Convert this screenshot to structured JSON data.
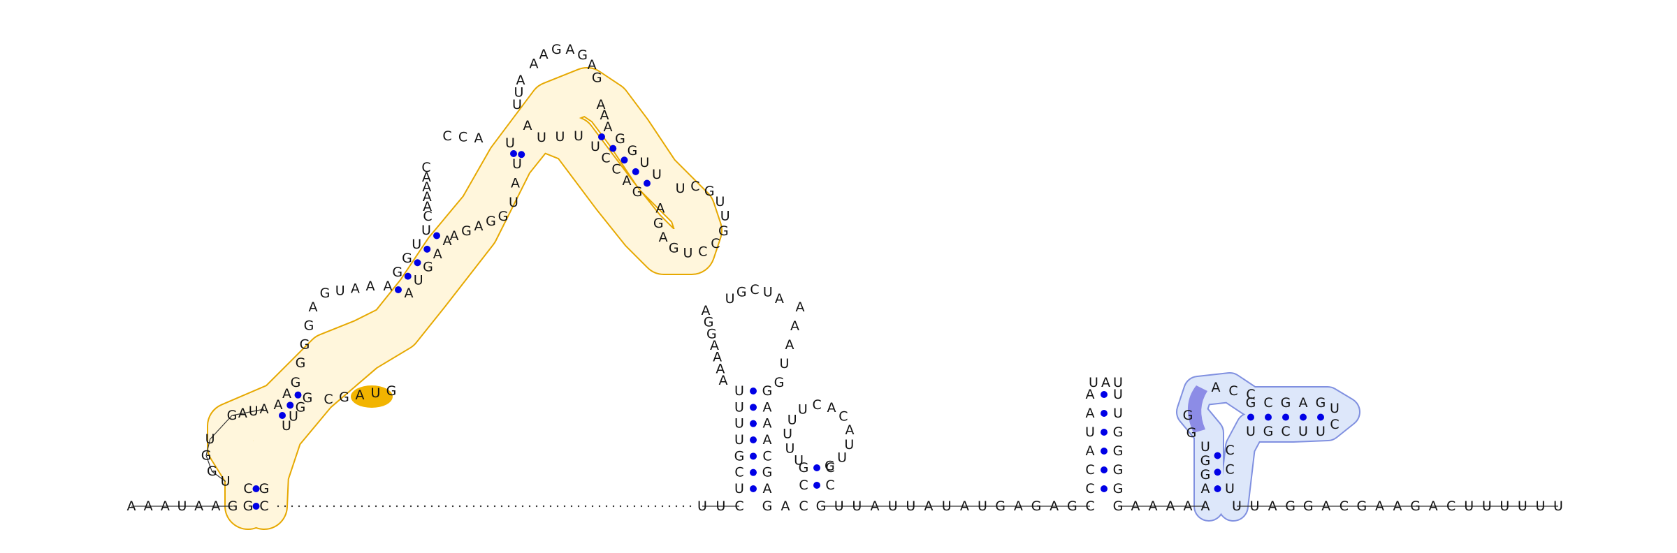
{
  "colors": {
    "base_pair_dot": "#0000e6",
    "backbone": "#333333",
    "nucleotide_text": "#111111",
    "domain_outline_orange": "#e6a800",
    "domain_fill_orange": "#fff6dc",
    "motif_orange": "#f2b400",
    "domain_outline_blue": "#8090e0",
    "domain_fill_blue": "#dde7fa",
    "motif_purple": "#8c8ce6"
  },
  "structure": {
    "five_prime_tail": "AAAUAAG",
    "orange_domain": {
      "bottom_stem": {
        "left": "GC",
        "right": "CG"
      },
      "loop1_left_side": "UGGU",
      "loop1_top": "GAUA",
      "stem2": {
        "left": "AAG",
        "right": "UUGG"
      },
      "stem2_right_extra": "UUGG",
      "loop2_left": "GGGA",
      "loop2_top": "GUAA",
      "loop2_right_motif": "CGAUG",
      "stem3": {
        "left": "AGGUU",
        "right": "AUGAA"
      },
      "loop3_left": "CAAAAC",
      "loop3_top": "CCA",
      "loop3_right": "AGAGG",
      "stem4": {
        "left": "UA",
        "right": "UAU"
      },
      "apex_left": "UUA",
      "apex_top": "AAGAGAG",
      "apex_right": "AA",
      "stem5": {
        "left": "AGGUU",
        "right": "UCCAG"
      },
      "terminal_loop": "UCGUUGCCUGAGA",
      "junction": "UUU"
    },
    "dotted_linker_label": "",
    "hairpin2": {
      "tail_before": "UUC",
      "stem": {
        "left": "UCGUUUU",
        "right": "AGCAAAG"
      },
      "loop_left": "AAAAGGA",
      "loop_top": "UGCUA",
      "loop_right": "AAAUG",
      "inner_hairpin": {
        "stem": {
          "left": "CG",
          "right": "CC"
        },
        "loop": "UUUUUCACAUUG"
      }
    },
    "middle_linker": "GUUAUUAUAUGAGAGC",
    "hairpin3": {
      "stem": {
        "left": "CCAUAA",
        "right": "GGGGUU"
      },
      "loop": "UAU"
    },
    "post_linker": "GAAAAA",
    "blue_domain": {
      "stem": {
        "left": "AGGU",
        "right": "UCC"
      },
      "loop_left": "GG",
      "loop_top": "ACC",
      "inner_stem": {
        "left": "GCGAG",
        "right": "UGCUU"
      },
      "inner_loop": "UC"
    },
    "three_prime_tail": "UUAGGACGAAGACUUUUUU"
  }
}
